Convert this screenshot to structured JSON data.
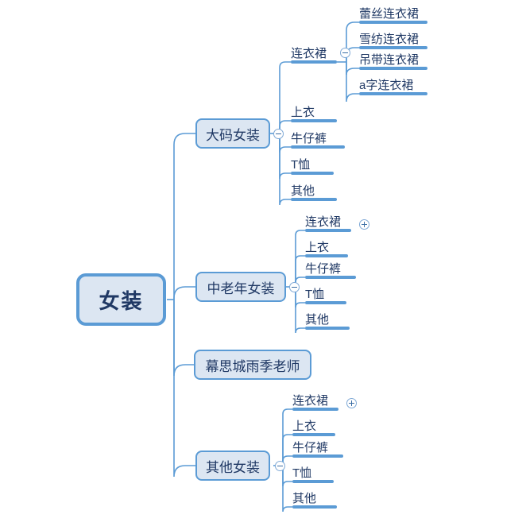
{
  "diagram": {
    "type": "mind-map",
    "title": "女装",
    "colors": {
      "node_fill": "#dce6f2",
      "node_border": "#5b9bd5",
      "text": "#1f3864",
      "connector": "#5b9bd5",
      "bar": "#5b9bd5",
      "background": "#ffffff"
    }
  },
  "root": {
    "label": "女装"
  },
  "branches": [
    {
      "label": "大码女装",
      "toggle": "collapse-icon",
      "toggle_state": "minus",
      "children": [
        {
          "label": "连衣裙",
          "toggle": "collapse-icon",
          "toggle_state": "minus",
          "children": [
            {
              "label": "蕾丝连衣裙"
            },
            {
              "label": "雪纺连衣裙"
            },
            {
              "label": "吊带连衣裙"
            },
            {
              "label": "a字连衣裙"
            }
          ]
        },
        {
          "label": "上衣"
        },
        {
          "label": "牛仔裤"
        },
        {
          "label": "T恤"
        },
        {
          "label": "其他"
        }
      ]
    },
    {
      "label": "中老年女装",
      "toggle": "collapse-icon",
      "toggle_state": "minus",
      "children": [
        {
          "label": "连衣裙",
          "toggle": "expand-icon",
          "toggle_state": "plus"
        },
        {
          "label": "上衣"
        },
        {
          "label": "牛仔裤"
        },
        {
          "label": "T恤"
        },
        {
          "label": "其他"
        }
      ]
    },
    {
      "label": "幕思城雨季老师",
      "children": []
    },
    {
      "label": "其他女装",
      "toggle": "collapse-icon",
      "toggle_state": "minus",
      "children": [
        {
          "label": "连衣裙",
          "toggle": "expand-icon",
          "toggle_state": "plus"
        },
        {
          "label": "上衣"
        },
        {
          "label": "牛仔裤"
        },
        {
          "label": "T恤"
        },
        {
          "label": "其他"
        }
      ]
    }
  ]
}
